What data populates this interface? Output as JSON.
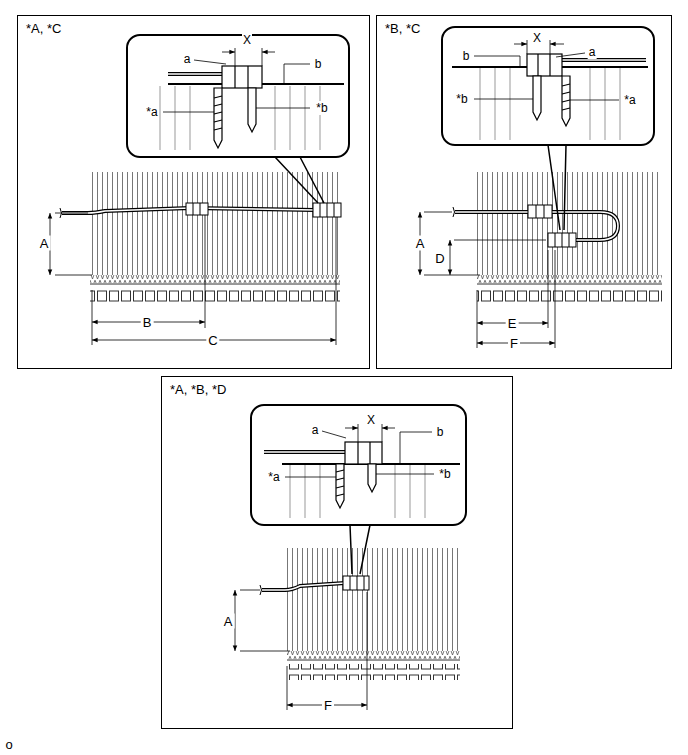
{
  "diagram": {
    "nodes": [
      {
        "text": [
          "*A, *C"
        ]
      },
      {
        "text": [
          "a",
          "X",
          "b",
          "*a",
          "*b"
        ],
        "in": 0
      },
      {
        "text": [
          "*B, *C"
        ]
      },
      {
        "text": [
          "X",
          "a",
          "b",
          "*b",
          "*a"
        ],
        "in": 2
      },
      {
        "text": [
          "*A, *B, *D"
        ]
      },
      {
        "text": [
          "a",
          "X",
          "b",
          "*a",
          "*b"
        ],
        "in": 4
      }
    ],
    "labels": [
      "A",
      "B",
      "C",
      "A",
      "D",
      "E",
      "F",
      "A",
      "F",
      "o"
    ]
  }
}
